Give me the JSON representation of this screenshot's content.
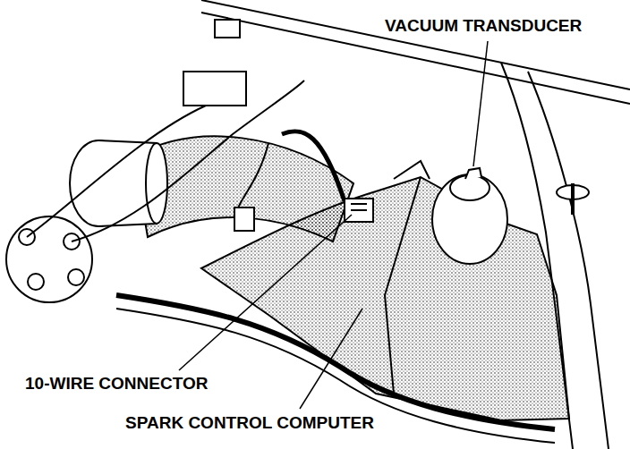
{
  "diagram": {
    "labels": [
      "VACUUM TRANSDUCER",
      "10-WIRE CONNECTOR",
      "SPARK CONTROL COMPUTER"
    ]
  }
}
